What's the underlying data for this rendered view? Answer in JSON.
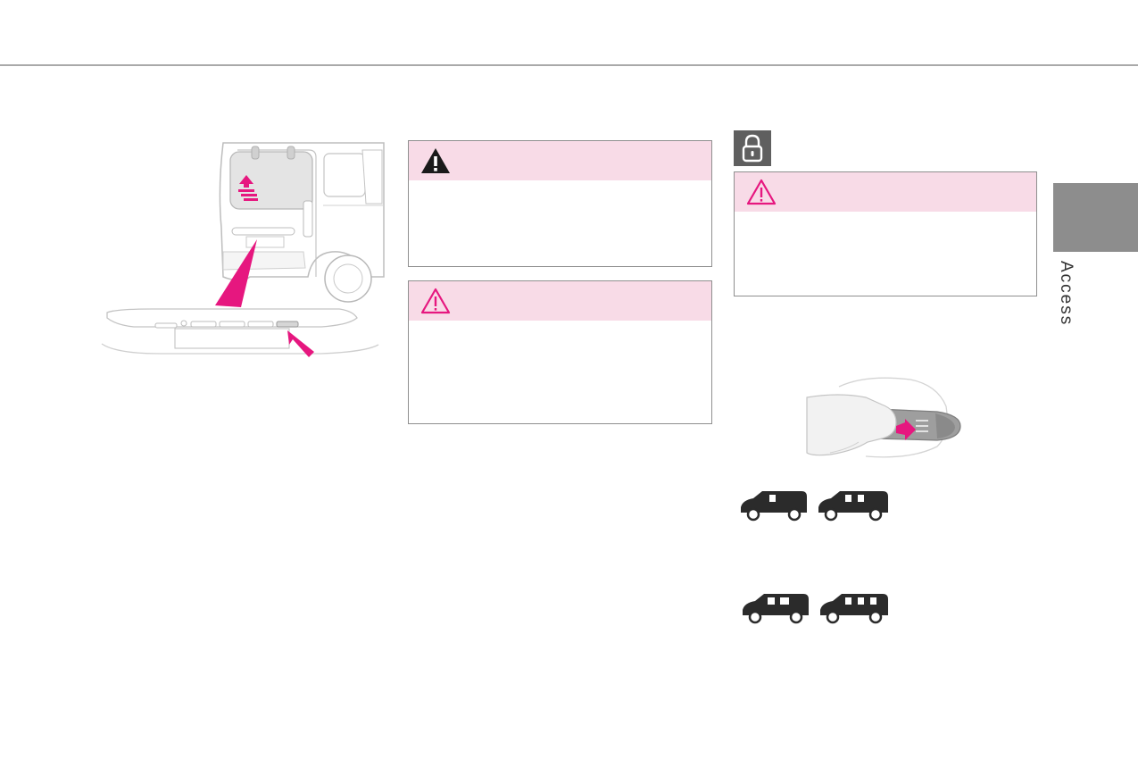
{
  "section_tab": {
    "label": "Access",
    "color": "#8d8d8d"
  },
  "colors": {
    "accent_magenta": "#e6177f",
    "callout_header_pink": "#f8dbe7",
    "callout_border": "#8f8f8f",
    "lock_badge_bg": "#5f5f5f"
  },
  "icons": {
    "danger": "warning-triangle-filled-icon",
    "caution": "warning-triangle-outline-icon",
    "lock": "padlock-icon"
  },
  "callouts": [
    {
      "id": "danger-warning",
      "icon": "warning-triangle-filled-icon"
    },
    {
      "id": "caution-warning-1",
      "icon": "warning-triangle-outline-icon"
    },
    {
      "id": "caution-warning-2",
      "icon": "warning-triangle-outline-icon"
    }
  ],
  "vehicle_variants": [
    "short-van-1-side-door",
    "short-van-2-side-doors",
    "long-van-1-side-door",
    "long-van-2-side-doors"
  ]
}
